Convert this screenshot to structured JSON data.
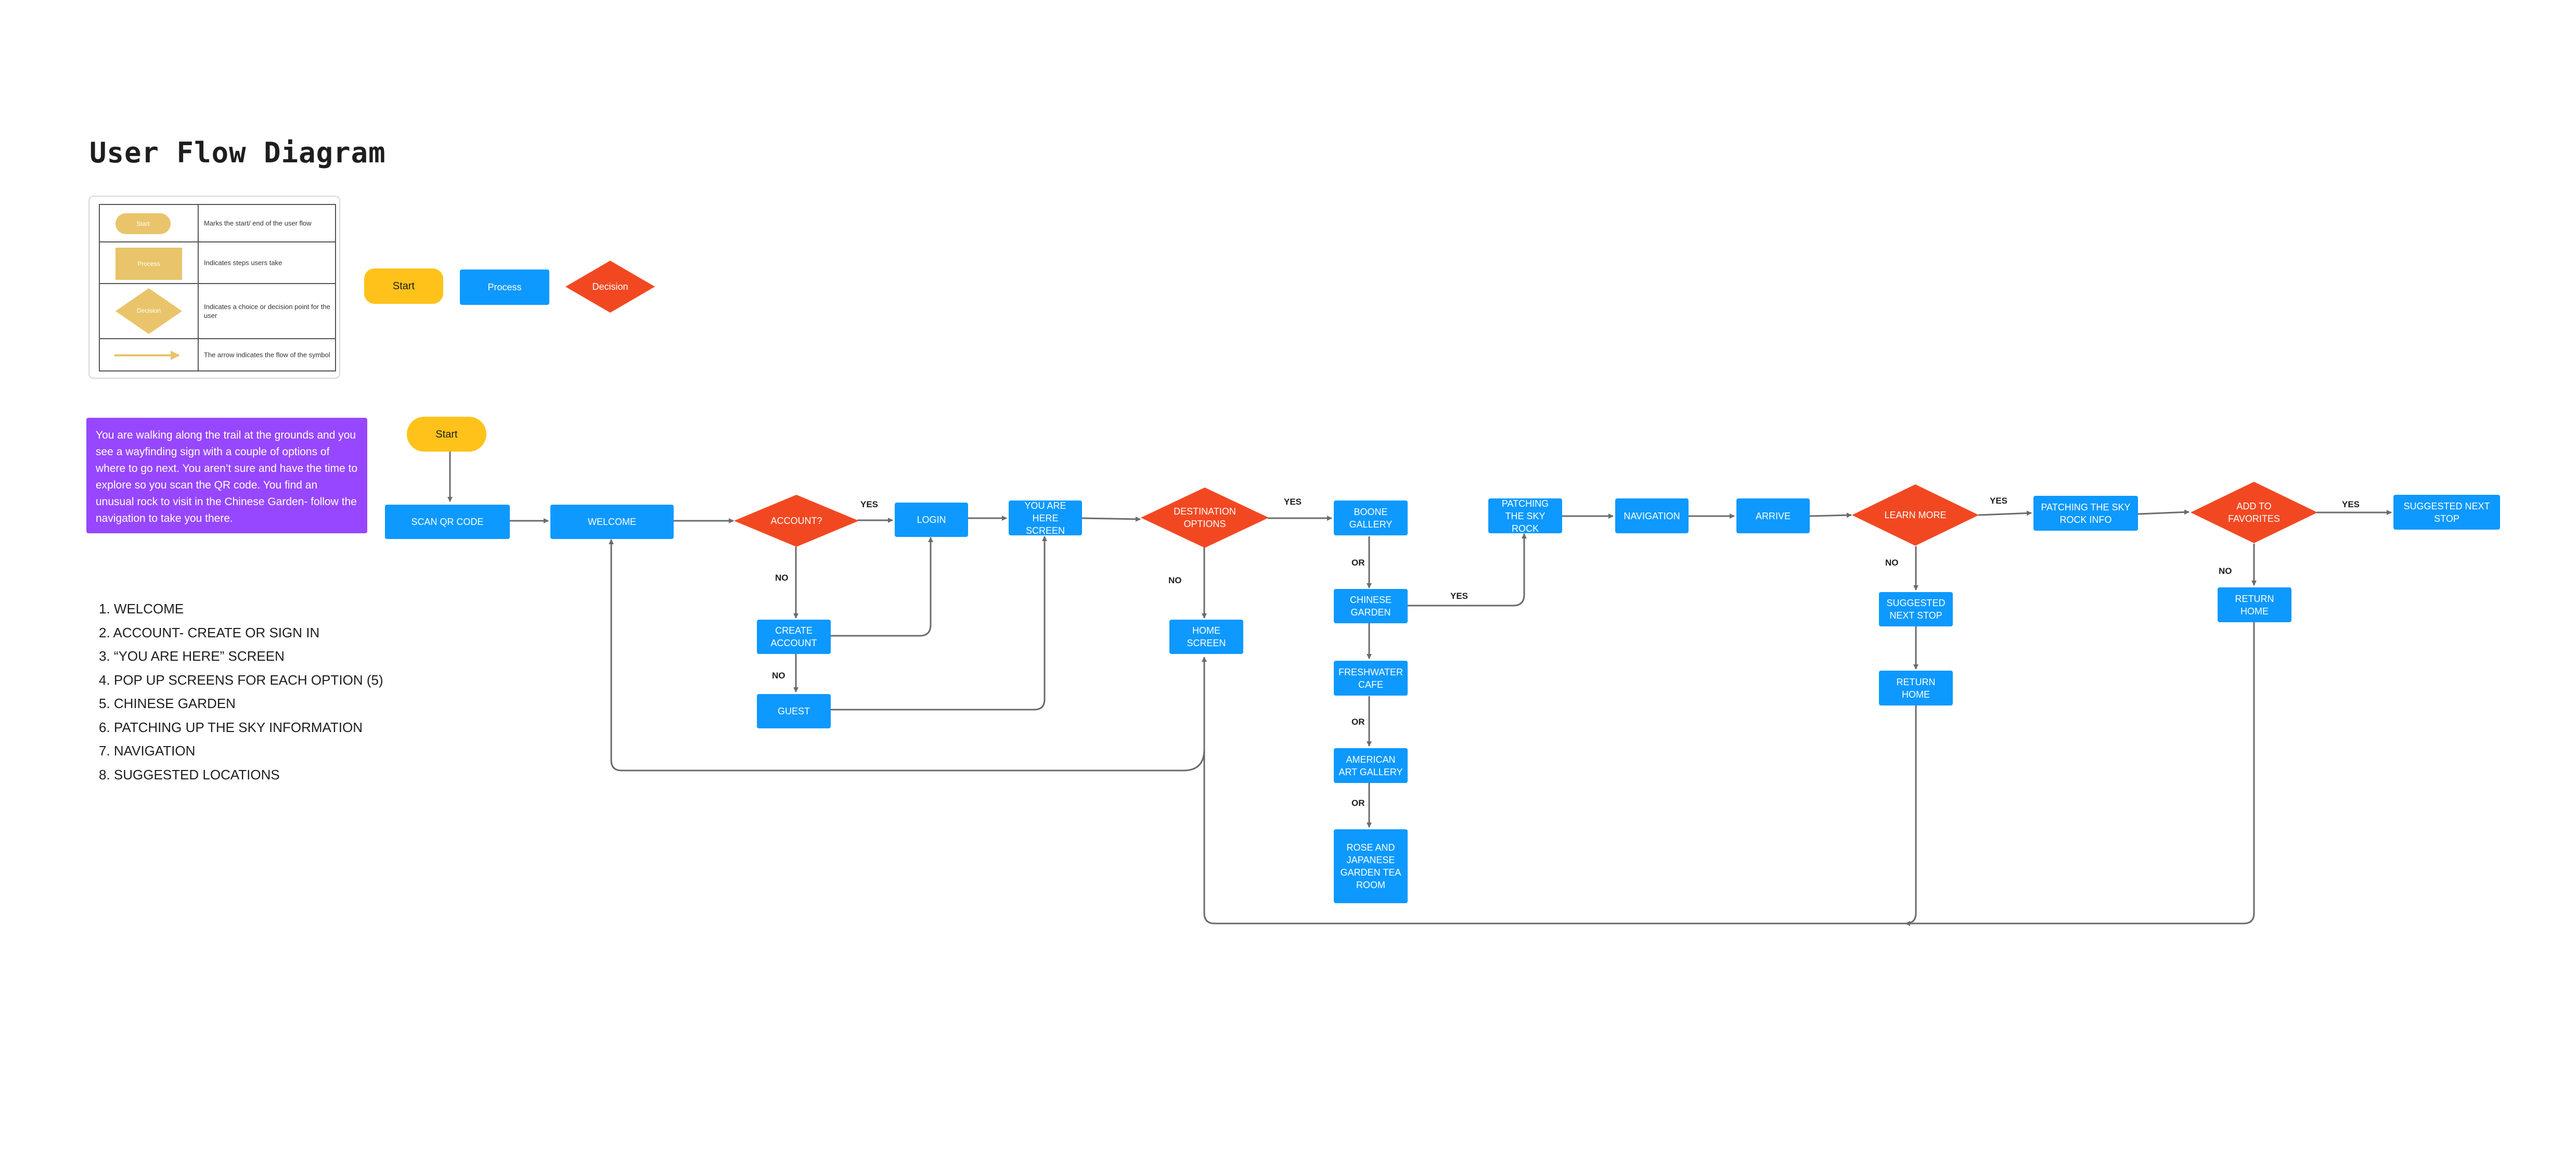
{
  "title": "User Flow Diagram",
  "colors": {
    "start": "#ffc21a",
    "process": "#0d99ff",
    "decision": "#f24822",
    "story": "#9747ff",
    "legend_shape": "#e9c46a",
    "connector": "#6b6b6b"
  },
  "legend": {
    "rows": [
      {
        "symbol": "Start",
        "text": "Marks the start/ end of the user flow"
      },
      {
        "symbol": "Process",
        "text": "Indicates steps users take"
      },
      {
        "symbol": "Decision",
        "text": "Indicates a choice or decision point for the user"
      },
      {
        "symbol": "",
        "text": "The arrow indicates the flow of the symbol"
      }
    ]
  },
  "key": {
    "start": "Start",
    "process": "Process",
    "decision": "Decision"
  },
  "story": "You are walking along the trail at the grounds and you see a wayfinding sign with a couple of options of where to go next.  You aren’t sure and have the time to explore so you scan the QR code.  You find an unusual rock to visit in the Chinese Garden- follow the navigation to take you there.",
  "steps": [
    "1. WELCOME",
    "2. ACCOUNT- CREATE OR SIGN IN",
    "3. “YOU ARE HERE” SCREEN",
    "4. POP UP SCREENS FOR EACH OPTION (5)",
    "5. CHINESE GARDEN",
    "6. PATCHING UP THE SKY INFORMATION",
    "7. NAVIGATION",
    "8. SUGGESTED LOCATIONS"
  ],
  "flow": {
    "start": "Start",
    "scan_qr": "SCAN QR CODE",
    "welcome": "WELCOME",
    "account": "ACCOUNT?",
    "login": "LOGIN",
    "you_are_here": "YOU ARE HERE SCREEN",
    "create_account": "CREATE ACCOUNT",
    "guest": "GUEST",
    "destination": "DESTINATION OPTIONS",
    "home_screen": "HOME SCREEN",
    "boone": "BOONE GALLERY",
    "chinese_garden": "CHINESE GARDEN",
    "freshwater": "FRESHWATER CAFE",
    "american_art": "AMERICAN ART GALLERY",
    "rose_japanese": "ROSE AND JAPANESE GARDEN TEA ROOM",
    "patching_rock": "PATCHING THE SKY ROCK",
    "navigation": "NAVIGATION",
    "arrive": "ARRIVE",
    "learn_more": "LEARN MORE",
    "patching_info": "PATCHING THE SKY ROCK INFO",
    "suggested_next_stop_1": "SUGGESTED NEXT STOP",
    "return_home_1": "RETURN HOME",
    "add_favorites": "ADD TO FAVORITES",
    "suggested_next_stop_2": "SUGGESTED NEXT STOP",
    "return_home_2": "RETURN HOME"
  },
  "edge_labels": {
    "yes": "YES",
    "no": "NO",
    "or": "OR"
  }
}
